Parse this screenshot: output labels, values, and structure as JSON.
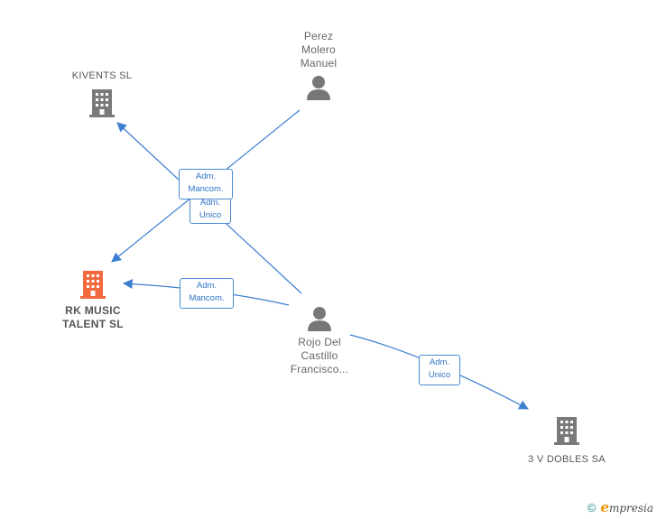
{
  "colors": {
    "edge": "#3d7fd0",
    "person_icon": "#777777",
    "company_icon": "#7a7a7a",
    "main_company_icon": "#f26a3d"
  },
  "persons": {
    "perez": {
      "label": "Perez\nMolero\nManuel",
      "icon": "person-icon"
    },
    "rojo": {
      "label": "Rojo Del\nCastillo\nFrancisco...",
      "icon": "person-icon"
    }
  },
  "companies": {
    "kivents": {
      "label": "KIVENTS SL",
      "icon": "building-icon"
    },
    "rk_music": {
      "label": "RK MUSIC\nTALENT  SL",
      "icon": "building-icon"
    },
    "tres_v": {
      "label": "3 V DOBLES SA",
      "icon": "building-icon"
    }
  },
  "edges": {
    "e1": {
      "label": "Adm.\nMancom."
    },
    "e2": {
      "label": "Adm.\nUnico"
    },
    "e3": {
      "label": "Adm.\nMancom."
    },
    "e4": {
      "label": "Adm.\nUnico"
    }
  },
  "footer": {
    "copyright": "©",
    "brand_initial": "e",
    "brand_rest": "mpresia"
  }
}
